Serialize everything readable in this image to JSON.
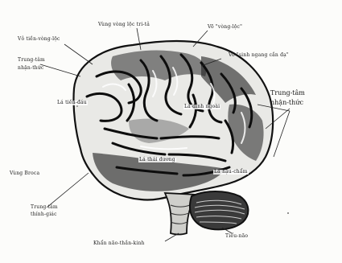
{
  "labels": {
    "top_center": "Vùng vòng lộc tri-tả",
    "top_right_1": "Võ \"vòng-lộc\"",
    "top_right_2": "Võ \"sinh ngang cắn đạ\"",
    "top_left_1": "Vỏ tiền-vòng-lộc",
    "left_center_1": "Trung-tâm",
    "left_center_2": "nhận-thức",
    "right_center_1": "Trung-tâm",
    "right_center_2": "nhận-thức",
    "lobe_frontal": "Lá tiền-đáu",
    "lobe_parietal": "Lá đỉnh ngoài",
    "lobe_temporal": "Lá thái dương",
    "lobe_occipital": "Lá hậu-chẩm",
    "left_side": "Vùng Broca",
    "bottom_left_1": "Trung tâm",
    "bottom_left_2": "thính-giác",
    "bottom_center": "Khẩn não-thần-kinh",
    "bottom_right": "Tiểu-não"
  },
  "colors": {
    "ink": "#1a1a1a",
    "background": "#fcfcfa"
  }
}
